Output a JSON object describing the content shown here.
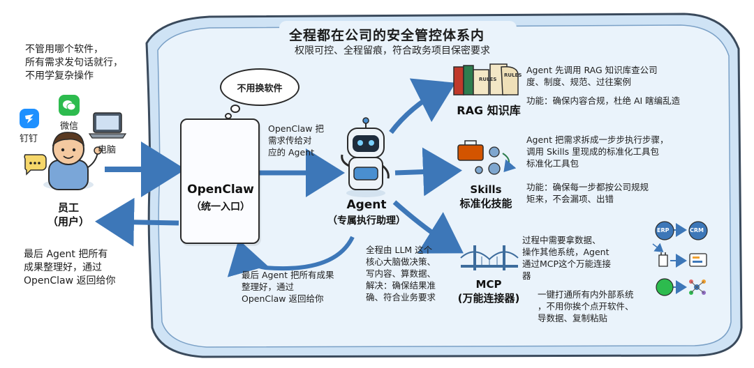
{
  "title": "全程都在公司的安全管控体系内",
  "subtitle": "权限可控、全程留痕，符合政务项目保密要求",
  "user_intro": "不管用哪个软件，\n所有需求发句话就行，\n不用学复杂操作",
  "apps": {
    "dingtalk": "钉钉",
    "wechat": "微信",
    "computer": "电脑"
  },
  "user_label": "员工\n（用户）",
  "bubble": "不用换软件",
  "openclaw": {
    "name": "OpenClaw",
    "sub": "（统一入口）",
    "pass_note": "OpenClaw 把\n需求传给对\n应的 Agent"
  },
  "agent": {
    "name": "Agent",
    "sub": "（专属执行助理）",
    "llm_note": "全程由 LLM 这个\n核心大脑做决策、\n写内容、算数据、\n解决：确保结果准\n确、符合业务要求"
  },
  "return_note_left": "最后 Agent 把所有\n成果整理好，通过\nOpenClaw 返回给你",
  "return_note_mid": "最后 Agent 把所有成果\n整理好，通过\nOpenClaw 返回给你",
  "rag": {
    "label": "RAG 知识库",
    "desc": "Agent 先调用 RAG 知识库查公司\n度、制度、规范、过往案例",
    "func": "功能：确保内容合规，杜绝 AI 瞎编乱造",
    "book_labels": [
      "RULES",
      "RULES"
    ]
  },
  "skills": {
    "label": "Skills\n标准化技能",
    "desc": "Agent 把需求拆成一步步执行步骤，\n调用 Skills 里现成的标准化工具包\n标准化工具包",
    "func": "功能：确保每一步都按公司规规\n矩来，不会漏项、出错"
  },
  "mcp": {
    "label": "MCP\n(万能连接器)",
    "desc": "过程中需要拿数据、\n操作其他系统，Agent\n通过MCP这个万能连接\n器",
    "func": "一键打通所有内外部系统\n，不用你挨个点开软件、\n导数据、复制粘贴",
    "erp": "ERP",
    "crm": "CRM"
  },
  "colors": {
    "frame_fill": "#cfe3f5",
    "frame_stroke": "#3a4a5c",
    "arrow": "#3d77b8",
    "lobster": "#b7281e",
    "robot": "#4a8fd0",
    "dingtalk": "#1e90ff",
    "wechat": "#2dbb4e"
  }
}
